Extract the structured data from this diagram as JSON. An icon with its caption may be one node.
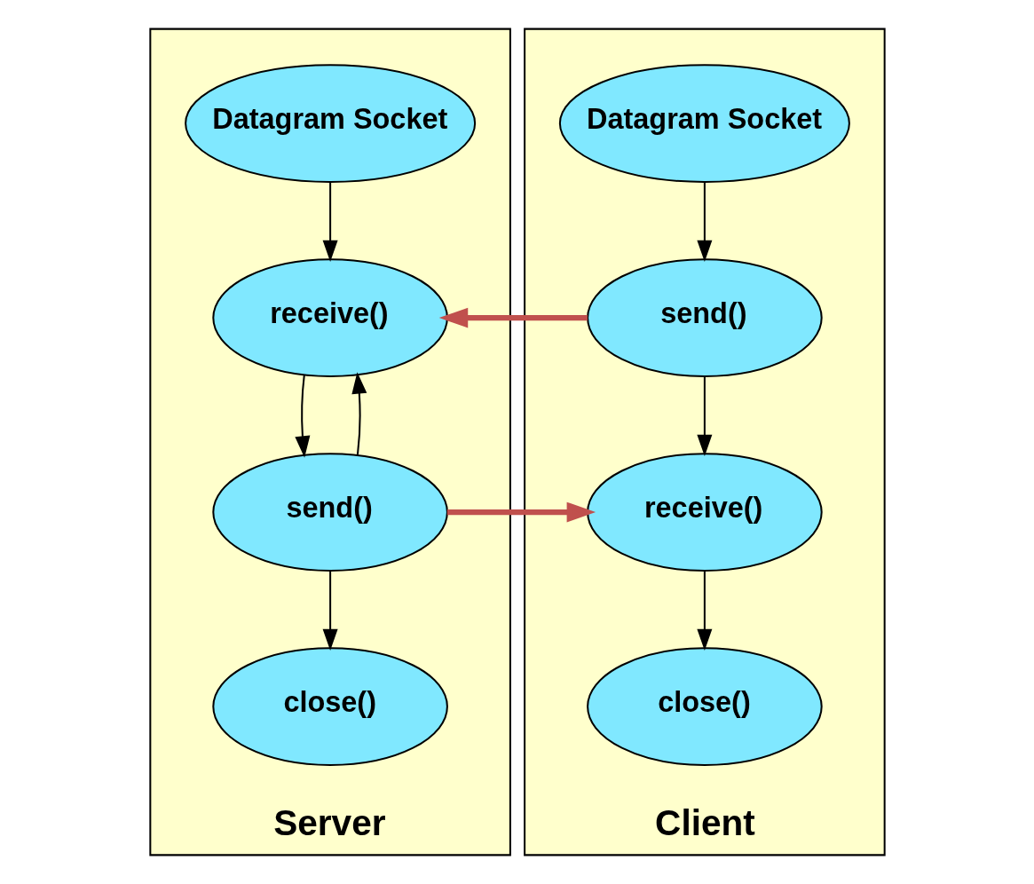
{
  "diagram": {
    "nodes": [
      {
        "text": [
          "Server"
        ]
      },
      {
        "text": [
          "Datagram Socket"
        ],
        "in": 0
      },
      {
        "text": [
          "receive()"
        ],
        "in": 0
      },
      {
        "text": [
          "send()"
        ],
        "in": 0
      },
      {
        "text": [
          "close()"
        ],
        "in": 0
      },
      {
        "text": [
          "Client"
        ]
      },
      {
        "text": [
          "Datagram Socket"
        ],
        "in": 5
      },
      {
        "text": [
          "send()"
        ],
        "in": 5
      },
      {
        "text": [
          "receive()"
        ],
        "in": 5
      },
      {
        "text": [
          "close()"
        ],
        "in": 5
      }
    ],
    "edges": [
      {
        "from": 1,
        "to": 2,
        "arrow": "to"
      },
      {
        "from": 2,
        "to": 3,
        "arrow": "to"
      },
      {
        "from": 3,
        "to": 4,
        "arrow": "to"
      },
      {
        "from": 3,
        "to": 2,
        "arrow": "to"
      },
      {
        "from": 6,
        "to": 7,
        "arrow": "to"
      },
      {
        "from": 7,
        "to": 8,
        "arrow": "to"
      },
      {
        "from": 8,
        "to": 9,
        "arrow": "to"
      },
      {
        "from": 7,
        "to": 2,
        "arrow": "to",
        "style": "thick",
        "color": "#c0504d"
      },
      {
        "from": 3,
        "to": 8,
        "arrow": "to",
        "style": "thick",
        "color": "#c0504d"
      }
    ]
  }
}
